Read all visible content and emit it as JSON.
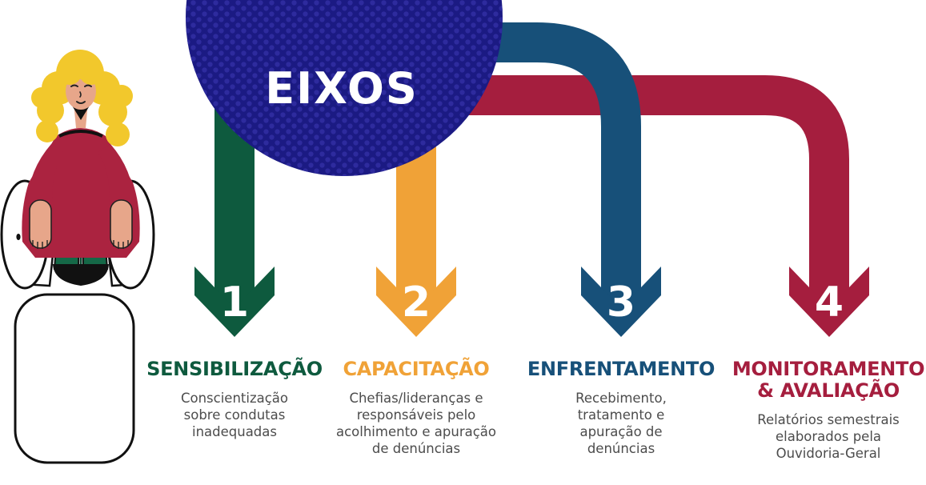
{
  "hub": {
    "label": "EIXOS",
    "color": "#1b1a83",
    "dot_color": "#2e2b9e",
    "label_color": "#ffffff"
  },
  "text_color": "#4c4c4c",
  "illustration": "seated-woman-on-pedestal",
  "axes": [
    {
      "number": "1",
      "title": "SENSIBILIZAÇÃO",
      "description": "Conscientização\nsobre condutas\ninadequadas",
      "color": "#0e5a3e"
    },
    {
      "number": "2",
      "title": "CAPACITAÇÃO",
      "description": "Chefias/lideranças e\nresponsáveis pelo\nacolhimento e apuração\nde denúncias",
      "color": "#f0a237"
    },
    {
      "number": "3",
      "title": "ENFRENTAMENTO",
      "description": "Recebimento,\ntratamento e\napuração de\ndenúncias",
      "color": "#175079"
    },
    {
      "number": "4",
      "title": "MONITORAMENTO\n& AVALIAÇÃO",
      "description": "Relatórios semestrais\nelaborados pela\nOuvidoria-Geral",
      "color": "#a51e3e"
    }
  ]
}
